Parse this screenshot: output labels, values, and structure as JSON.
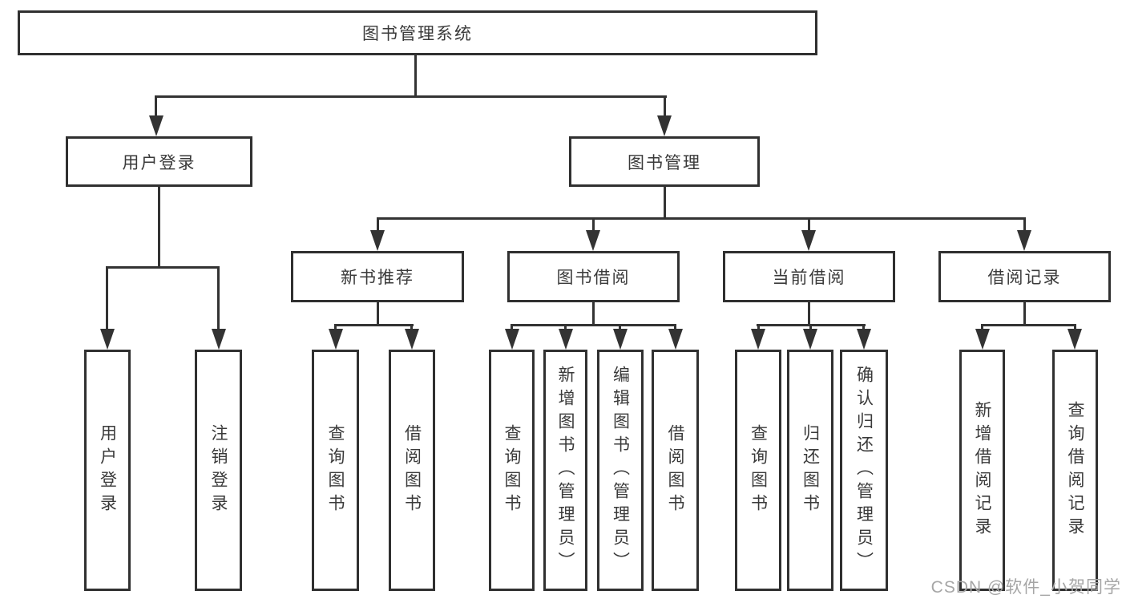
{
  "diagram": {
    "root": {
      "label": "图书管理系统"
    },
    "branches": [
      {
        "label": "用户登录",
        "children": [
          {
            "label": "用户登录"
          },
          {
            "label": "注销登录"
          }
        ]
      },
      {
        "label": "图书管理",
        "sections": [
          {
            "label": "新书推荐",
            "children": [
              {
                "label": "查询图书"
              },
              {
                "label": "借阅图书"
              }
            ]
          },
          {
            "label": "图书借阅",
            "children": [
              {
                "label": "查询图书"
              },
              {
                "label": "新增图书（管理员）"
              },
              {
                "label": "编辑图书（管理员）"
              },
              {
                "label": "借阅图书"
              }
            ]
          },
          {
            "label": "当前借阅",
            "children": [
              {
                "label": "查询图书"
              },
              {
                "label": "归还图书"
              },
              {
                "label": "确认归还（管理员）"
              }
            ]
          },
          {
            "label": "借阅记录",
            "children": [
              {
                "label": "新增借阅记录"
              },
              {
                "label": "查询借阅记录"
              }
            ]
          }
        ]
      }
    ]
  },
  "watermark": {
    "text": "CSDN @软件_小贺同学"
  },
  "colors": {
    "background": "#ffffff",
    "border": "#303030",
    "line": "#333333",
    "text": "#3a3a3a",
    "watermark": "#a6a6a6"
  }
}
